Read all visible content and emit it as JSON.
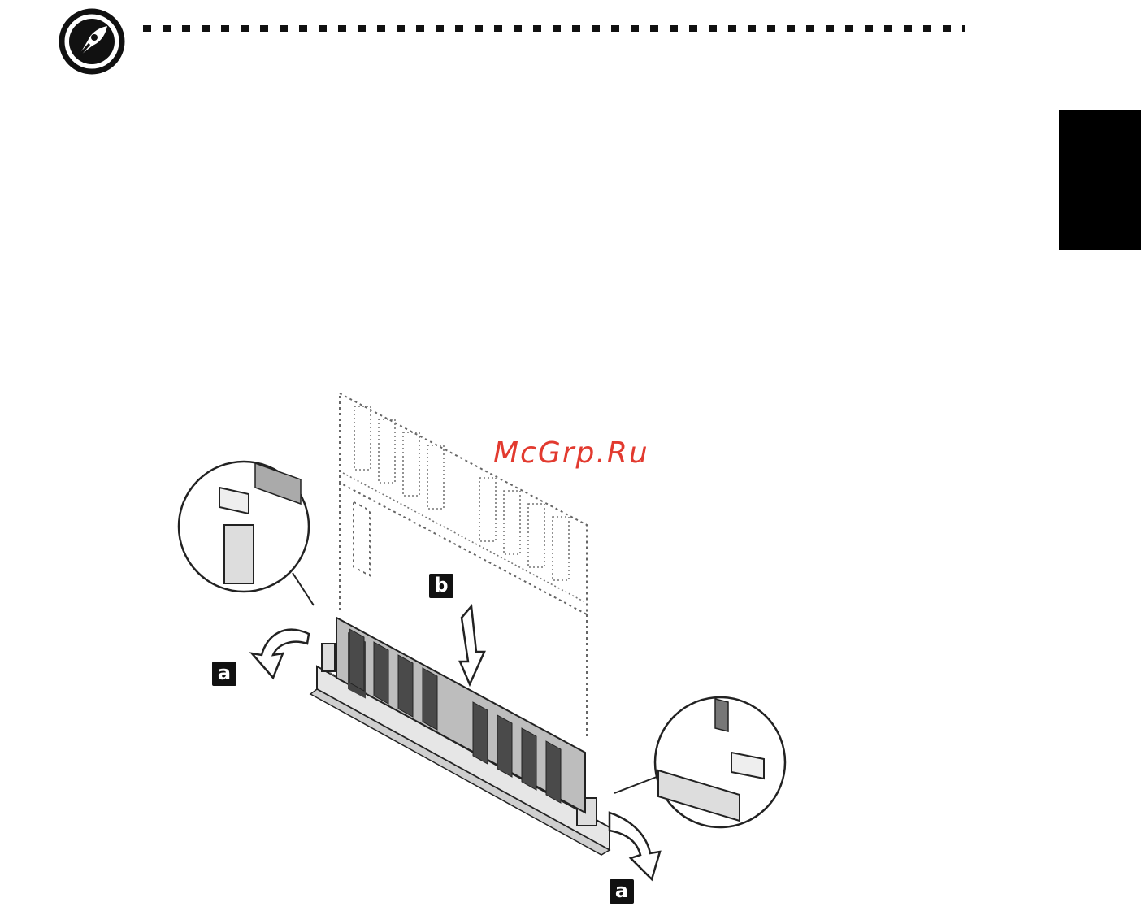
{
  "page": {
    "watermark": "McGrp.Ru",
    "note_icon": "note-pen-icon",
    "tab_color": "#000000",
    "watermark_color": "#e23a2f"
  },
  "figure": {
    "labels": [
      {
        "id": "label-a-left",
        "text": "a"
      },
      {
        "id": "label-b",
        "text": "b"
      },
      {
        "id": "label-a-right",
        "text": "a"
      }
    ]
  }
}
